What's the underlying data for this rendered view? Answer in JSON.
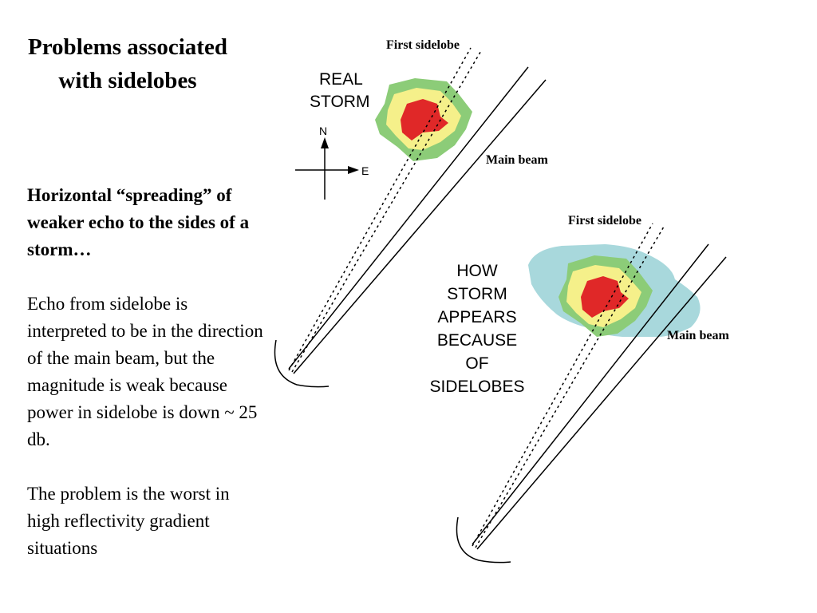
{
  "slide": {
    "title": "Problems associated with sidelobes",
    "subtitle": "Horizontal “spreading” of weaker echo to the sides of a storm…",
    "paragraph_1": "Echo from sidelobe is interpreted to be in the direction of the main beam, but the magnitude is weak because power in sidelobe is down ~ 25 db.",
    "paragraph_2": "The problem is the worst in high reflectivity gradient situations"
  },
  "diagram_top": {
    "storm_label_1": "REAL",
    "storm_label_2": "STORM",
    "sidelobe_label": "First sidelobe",
    "main_beam_label": "Main beam",
    "compass_north": "N",
    "compass_east": "E"
  },
  "diagram_bottom": {
    "storm_label_lines": [
      "HOW",
      "STORM",
      "APPEARS",
      "BECAUSE",
      "OF",
      "SIDELOBES"
    ],
    "sidelobe_label": "First sidelobe",
    "main_beam_label": "Main beam"
  },
  "colors": {
    "core": "#e02828",
    "inner_yellow": "#f5f08a",
    "outer_green": "#8ccc78",
    "spread_cyan": "#a8d8dc"
  }
}
